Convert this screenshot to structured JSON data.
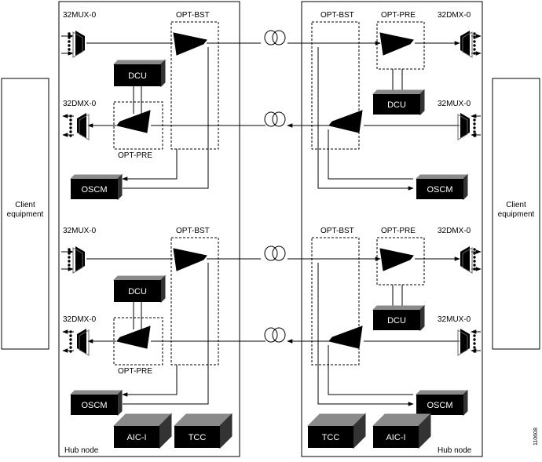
{
  "diagram": {
    "client_label": "Client equipment",
    "client_lines": [
      "Client",
      "equipment"
    ],
    "node_label": "Hub node",
    "labels": {
      "mux": "32MUX-0",
      "dmx": "32DMX-0",
      "bst": "OPT-BST",
      "pre": "OPT-PRE",
      "dcu": "DCU",
      "oscm": "OSCM",
      "tcc": "TCC",
      "aic": "AIC-I"
    },
    "figure_id": "110608",
    "colors": {
      "line": "#000000",
      "box_fill": "#000000",
      "box_top": "#8a8a8a",
      "box_text": "#ffffff",
      "panel_bg": "#ffffff"
    },
    "icons": [
      "fiber-coil-icon",
      "amplifier-icon",
      "mux-icon",
      "demux-icon",
      "module-box-icon"
    ]
  }
}
